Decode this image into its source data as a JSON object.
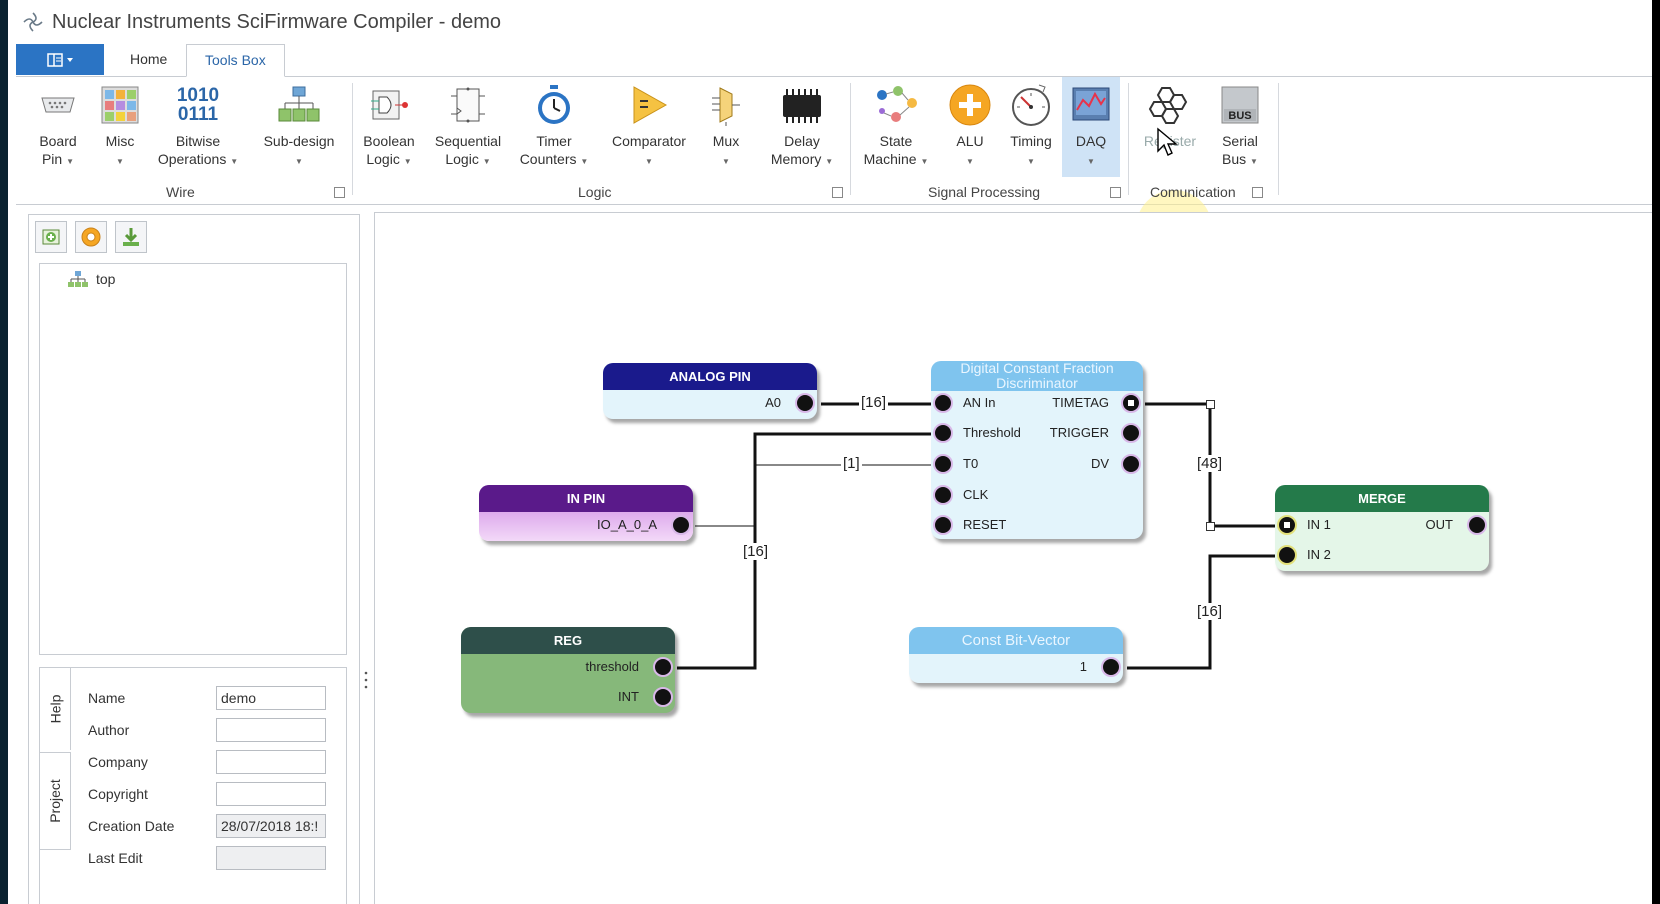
{
  "window": {
    "title": "Nuclear Instruments SciFirmware Compiler - demo"
  },
  "ribbon": {
    "tabs": [
      {
        "label": "Home"
      },
      {
        "label": "Tools Box"
      }
    ],
    "groups": [
      {
        "label": "Wire"
      },
      {
        "label": "Logic"
      },
      {
        "label": "Signal Processing"
      },
      {
        "label": "Comunication"
      }
    ],
    "tools": [
      {
        "line1": "Board",
        "line2": "Pin",
        "icon": "board-pin-icon"
      },
      {
        "line1": "Misc",
        "line2": "",
        "icon": "misc-grid-icon"
      },
      {
        "line1": "Bitwise",
        "line2": "Operations",
        "icon": "binary-icon",
        "bits1": "1010",
        "bits2": "0111"
      },
      {
        "line1": "Sub-design",
        "line2": "",
        "icon": "hierarchy-icon"
      },
      {
        "line1": "Boolean",
        "line2": "Logic",
        "icon": "logic-gate-icon"
      },
      {
        "line1": "Sequential",
        "line2": "Logic",
        "icon": "flipflop-icon"
      },
      {
        "line1": "Timer",
        "line2": "Counters",
        "icon": "stopwatch-icon"
      },
      {
        "line1": "Comparator",
        "line2": "",
        "icon": "comparator-icon"
      },
      {
        "line1": "Mux",
        "line2": "",
        "icon": "mux-icon"
      },
      {
        "line1": "Delay",
        "line2": "Memory",
        "icon": "chip-icon"
      },
      {
        "line1": "State",
        "line2": "Machine",
        "icon": "state-machine-icon"
      },
      {
        "line1": "ALU",
        "line2": "",
        "icon": "plus-circle-icon"
      },
      {
        "line1": "Timing",
        "line2": "",
        "icon": "gauge-icon"
      },
      {
        "line1": "DAQ",
        "line2": "",
        "icon": "daq-icon"
      },
      {
        "line1": "Register",
        "line2": "",
        "icon": "hexagon-cells-icon"
      },
      {
        "line1": "Serial",
        "line2": "Bus",
        "icon": "bus-icon",
        "badge": "BUS"
      }
    ]
  },
  "project_tree": {
    "root": "top"
  },
  "side_tabs": {
    "help": "Help",
    "project": "Project"
  },
  "properties": {
    "rows": [
      {
        "label": "Name",
        "value": "demo"
      },
      {
        "label": "Author",
        "value": ""
      },
      {
        "label": "Company",
        "value": ""
      },
      {
        "label": "Copyright",
        "value": ""
      },
      {
        "label": "Creation Date",
        "value": "28/07/2018 18:!"
      },
      {
        "label": "Last Edit",
        "value": ""
      }
    ]
  },
  "diagram": {
    "blocks": {
      "analog_pin": {
        "title": "ANALOG PIN",
        "port": "A0"
      },
      "in_pin": {
        "title": "IN PIN",
        "port": "IO_A_0_A"
      },
      "reg": {
        "title": "REG",
        "ports": [
          "threshold",
          "INT"
        ]
      },
      "dcfd": {
        "title_line1": "Digital Constant Fraction",
        "title_line2": "Discriminator",
        "inputs": [
          "AN In",
          "Threshold",
          "T0",
          "CLK",
          "RESET"
        ],
        "outputs": [
          "TIMETAG",
          "TRIGGER",
          "DV"
        ]
      },
      "const": {
        "title": "Const Bit-Vector",
        "port": "1"
      },
      "merge": {
        "title": "MERGE",
        "inputs": [
          "IN 1",
          "IN 2"
        ],
        "output": "OUT"
      }
    },
    "bus_labels": [
      "[16]",
      "[1]",
      "[16]",
      "[48]",
      "[16]"
    ],
    "colors": {
      "analog_pin": "#1a1a8c",
      "in_pin": "#5a1a8a",
      "reg": "#2e4f4a",
      "dcfd": "#7fc4ee",
      "const": "#7fc4ee",
      "merge": "#247a4a"
    }
  }
}
